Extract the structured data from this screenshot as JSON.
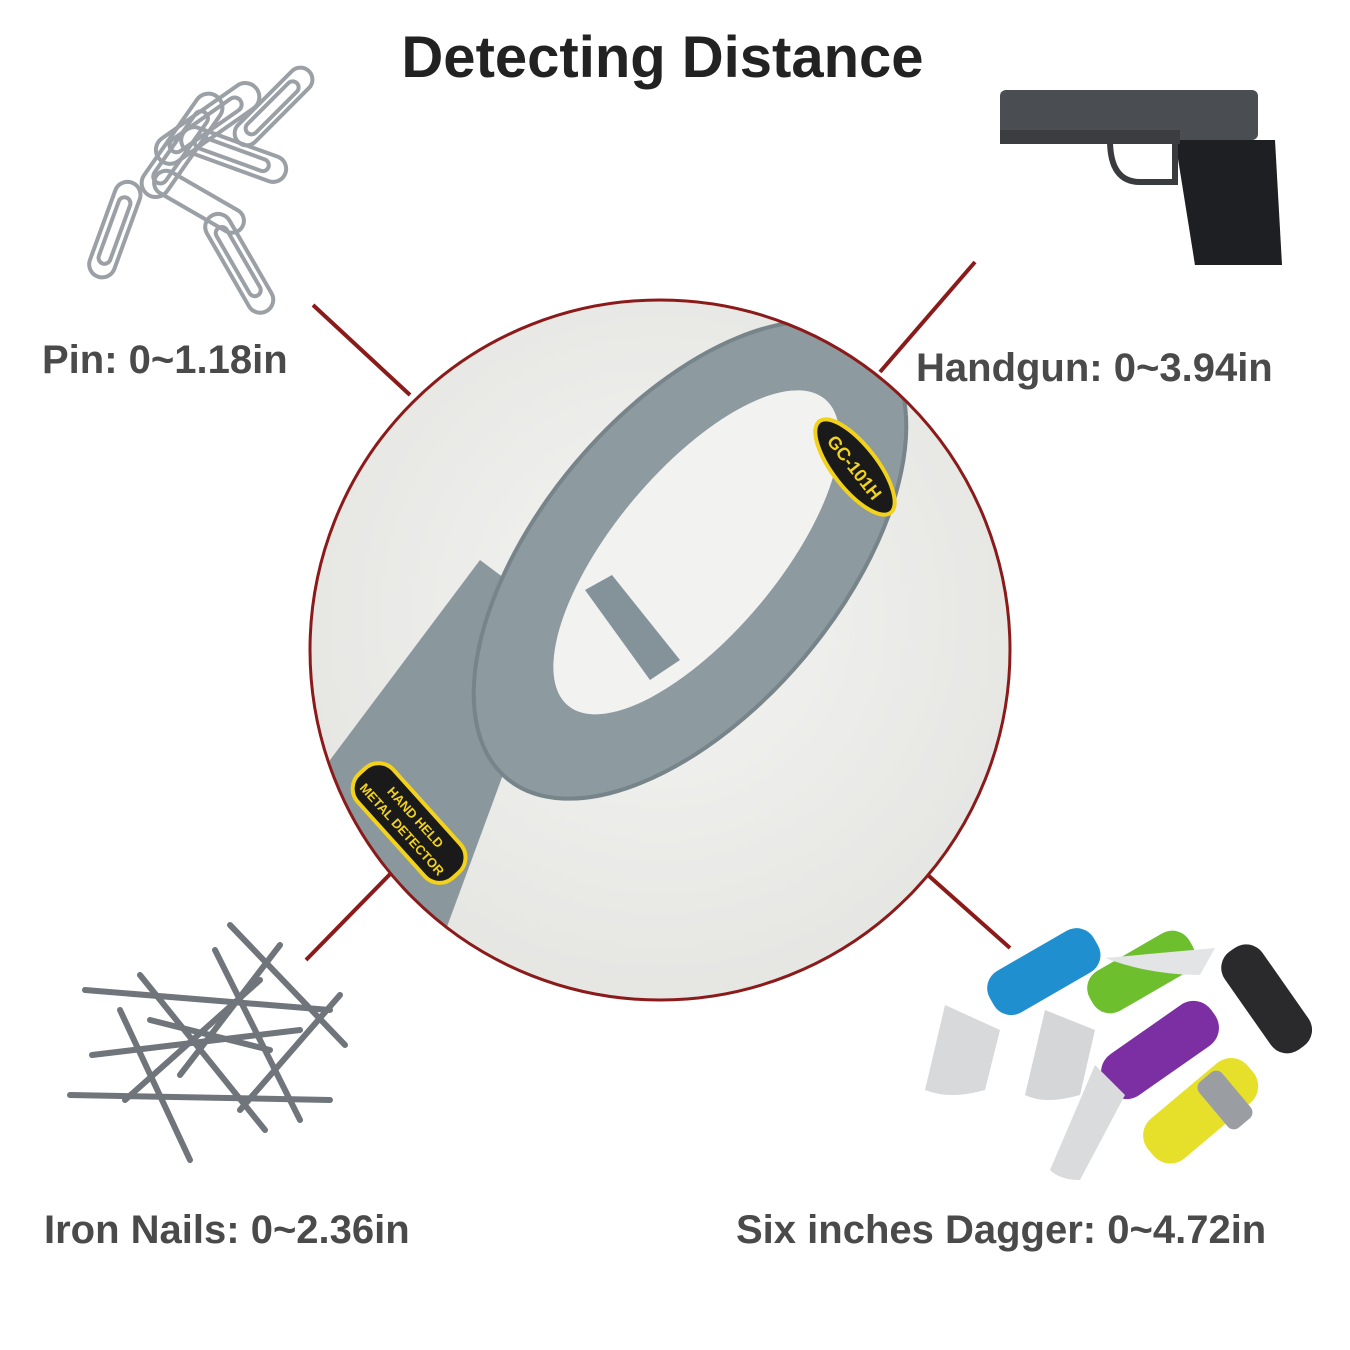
{
  "title": "Detecting Distance",
  "items": {
    "pin": {
      "label": "Pin: 0~1.18in",
      "icon": "paperclip-icon"
    },
    "handgun": {
      "label": "Handgun: 0~3.94in",
      "icon": "handgun-icon"
    },
    "iron_nails": {
      "label": "Iron Nails: 0~2.36in",
      "icon": "nails-icon"
    },
    "dagger": {
      "label": "Six inches Dagger: 0~4.72in",
      "icon": "folding-knives-icon"
    }
  },
  "detector": {
    "model_badge": "GC-101H",
    "label_line1": "HAND HELD",
    "label_line2": "METAL DETECTOR"
  },
  "colors": {
    "accent_line": "#8b1a1a",
    "circle_border": "#8b1a1a",
    "detector_body": "#8a979c",
    "badge_fill": "#1a1a1a",
    "badge_border": "#f2d21a"
  }
}
